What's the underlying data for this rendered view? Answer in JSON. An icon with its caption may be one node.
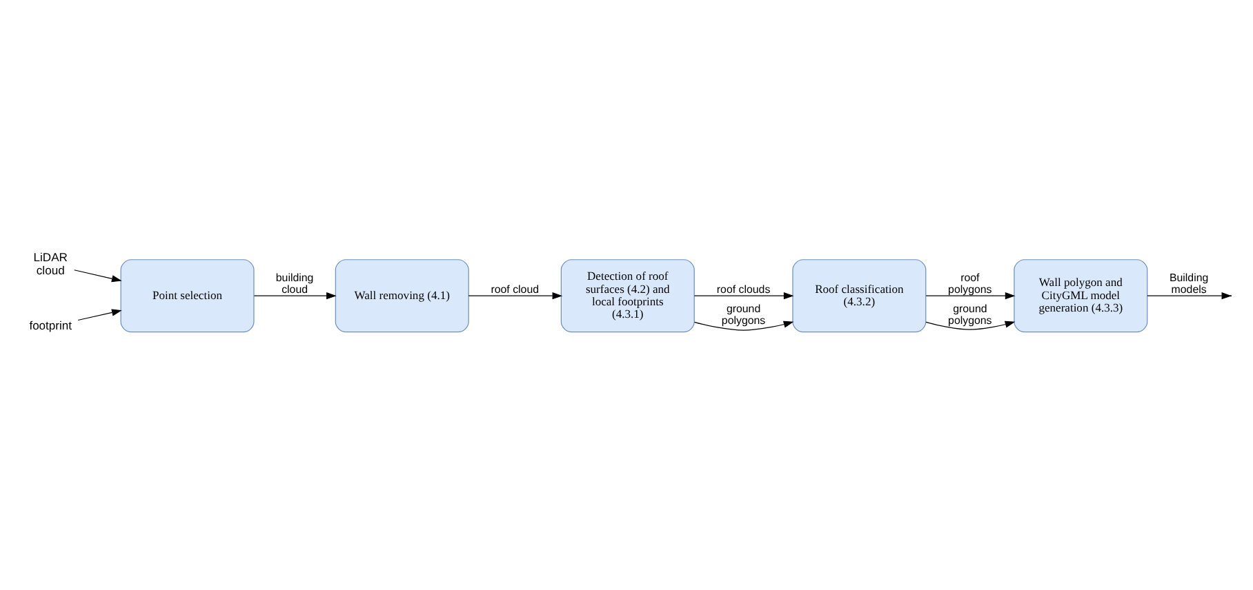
{
  "diagram": {
    "nodes": [
      {
        "text": [
          "LiDAR cloud"
        ]
      },
      {
        "text": [
          "footprint"
        ]
      },
      {
        "text": [
          "Point selection"
        ]
      },
      {
        "text": [
          "Wall removing (4.1)"
        ]
      },
      {
        "text": [
          "Detection of roof surfaces (4.2) and local footprints (4.3.1)"
        ]
      },
      {
        "text": [
          "Roof classification (4.3.2)"
        ]
      },
      {
        "text": [
          "Wall polygon and CityGML model generation (4.3.3)"
        ]
      }
    ],
    "edges": [
      {
        "from": 0,
        "to": 2,
        "arrow": "to"
      },
      {
        "from": 1,
        "to": 2,
        "arrow": "to"
      },
      {
        "from": 2,
        "to": 3,
        "arrow": "to",
        "label": "building cloud"
      },
      {
        "from": 3,
        "to": 4,
        "arrow": "to",
        "label": "roof cloud"
      },
      {
        "from": 4,
        "to": 5,
        "arrow": "to",
        "label": "roof clouds"
      },
      {
        "from": 4,
        "to": 5,
        "arrow": "to",
        "label": "ground polygons"
      },
      {
        "from": 5,
        "to": 6,
        "arrow": "to",
        "label": "roof polygons"
      },
      {
        "from": 5,
        "to": 6,
        "arrow": "to",
        "label": "ground polygons"
      },
      {
        "from": 6,
        "to": null,
        "arrow": "to",
        "label": "Building models"
      }
    ]
  }
}
